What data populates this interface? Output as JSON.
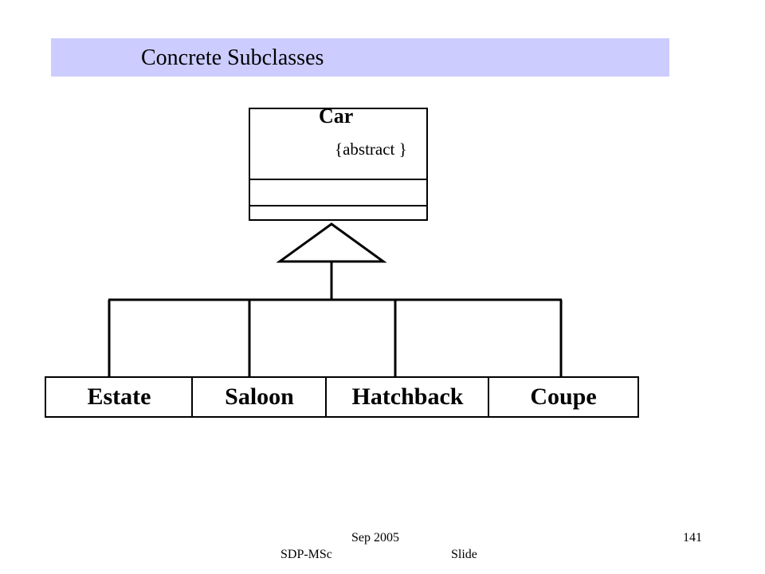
{
  "slide": {
    "title": "Concrete Subclasses"
  },
  "diagram": {
    "parent": {
      "name": "Car",
      "stereotype": "{abstract }"
    },
    "subclasses": [
      "Estate",
      "Saloon",
      "Hatchback",
      "Coupe"
    ]
  },
  "footer": {
    "date": "Sep 2005",
    "course": "SDP-MSc",
    "slide_label": "Slide",
    "slide_number": "141"
  }
}
